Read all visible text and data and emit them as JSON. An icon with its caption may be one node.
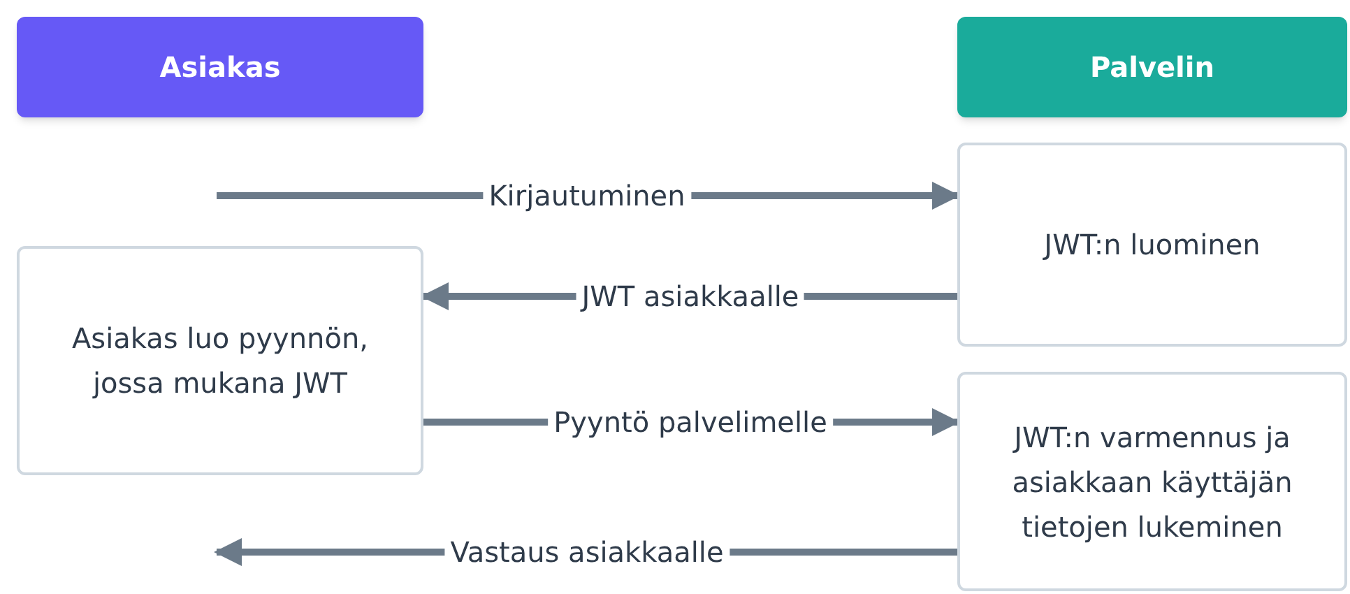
{
  "diagram": {
    "nodes": [
      {
        "text": [
          "Asiakas"
        ]
      },
      {
        "text": [
          "Palvelin"
        ]
      },
      {
        "text": [
          "Asiakas luo pyynnön, jossa mukana JWT"
        ]
      },
      {
        "text": [
          "JWT:n luominen"
        ]
      },
      {
        "text": [
          "JWT:n varmennus ja asiakkaan käyttäjän tietojen lukeminen"
        ]
      }
    ],
    "edges": [
      {
        "from": null,
        "to": 3,
        "arrow": "to",
        "label": "Kirjautuminen"
      },
      {
        "from": 3,
        "to": 2,
        "arrow": "to",
        "label": "JWT asiakkaalle"
      },
      {
        "from": 2,
        "to": 4,
        "arrow": "to",
        "label": "Pyyntö palvelimelle"
      },
      {
        "from": 4,
        "to": null,
        "arrow": "to",
        "label": "Vastaus asiakkaalle"
      }
    ]
  }
}
